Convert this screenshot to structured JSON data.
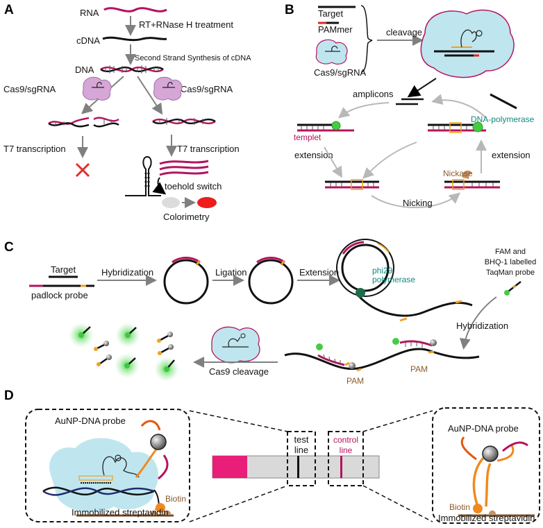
{
  "panels": {
    "a": {
      "letter": "A",
      "rna": "RNA",
      "rt_step": "RT+RNase H treatment",
      "cdna": "cDNA",
      "second_strand": "Second Strand Synthesis of cDNA",
      "dna": "DNA",
      "cas9_left": "Cas9/sgRNA",
      "cas9_right": "Cas9/sgRNA",
      "t7_left": "T7 transcription",
      "t7_right": "T7 transcription",
      "toehold": "toehold switch",
      "colorimetry": "Colorimetry"
    },
    "b": {
      "letter": "B",
      "target": "Target",
      "pammer": "PAMmer",
      "cas9": "Cas9/sgRNA",
      "cleavage": "cleavage",
      "amplicons": "amplicons",
      "templet": "templet",
      "polymerase": "DNA-polymerase",
      "extension_left": "extension",
      "extension_right": "extension",
      "nickase": "Nickase",
      "nicking": "Nicking"
    },
    "c": {
      "letter": "C",
      "target": "Target",
      "padlock": "padlock probe",
      "hybridization": "Hybridization",
      "ligation": "Ligation",
      "extension": "Extension",
      "phi29": "phi29",
      "phi29_polymerase": "polymerase",
      "taqman_1": "FAM and",
      "taqman_2": "BHQ-1 labelled",
      "taqman_3": "TaqMan probe",
      "hybridization2": "Hybridization",
      "pam1": "PAM",
      "pam2": "PAM",
      "cas9_cleavage": "Cas9 cleavage"
    },
    "d": {
      "letter": "D",
      "aunp_probe_left": "AuNP-DNA probe",
      "biotin_left": "Biotin",
      "strept_left": "Immobilized streptavidin",
      "test": "test",
      "test_line": "line",
      "control": "control",
      "control_line": "line",
      "aunp_probe_right": "AuNP-DNA probe",
      "biotin_right": "Biotin",
      "strept_right": "Immobilized streptavidin"
    }
  },
  "colors": {
    "rna": "#b5135d",
    "dna": "#111111",
    "pam": "#f0a020",
    "cas9_fill": "#bfe6ef",
    "fluorophore": "#44cc44",
    "positive_signal": "#ee1c1c",
    "strip_sample_pad": "#e81e78"
  }
}
